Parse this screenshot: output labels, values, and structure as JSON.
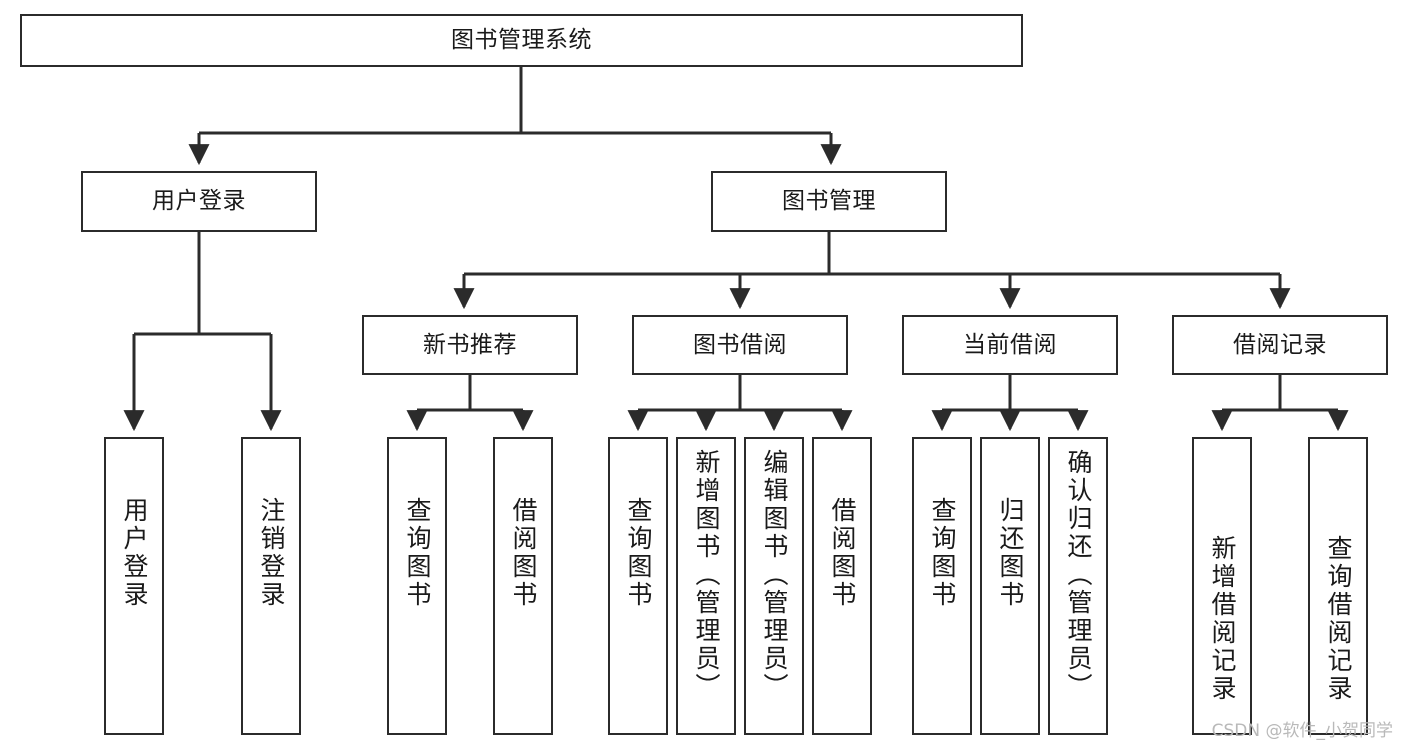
{
  "diagram": {
    "type": "tree",
    "title": "图书管理系统",
    "watermark": "CSDN @软件_小贺同学",
    "colors": {
      "box_border": "#2b2b2b",
      "box_fill": "#ffffff",
      "edge": "#2b2b2b",
      "text": "#1a1a1a",
      "watermark": "#b9b9b9"
    },
    "nodes": {
      "root": "图书管理系统",
      "level2": [
        "用户登录",
        "图书管理"
      ],
      "level3": [
        "新书推荐",
        "图书借阅",
        "当前借阅",
        "借阅记录"
      ],
      "leaves_user_login": [
        "用户登录",
        "注销登录"
      ],
      "leaves_new_book": [
        "查询图书",
        "借阅图书"
      ],
      "leaves_borrow": [
        "查询图书",
        "新增图书（管理员）",
        "编辑图书（管理员）",
        "借阅图书"
      ],
      "leaves_current": [
        "查询图书",
        "归还图书",
        "确认归还（管理员）"
      ],
      "leaves_records": [
        "新增借阅记录",
        "查询借阅记录"
      ]
    },
    "edges": [
      {
        "from": "图书管理系统",
        "to": "用户登录"
      },
      {
        "from": "图书管理系统",
        "to": "图书管理"
      },
      {
        "from": "图书管理",
        "to": "新书推荐"
      },
      {
        "from": "图书管理",
        "to": "图书借阅"
      },
      {
        "from": "图书管理",
        "to": "当前借阅"
      },
      {
        "from": "图书管理",
        "to": "借阅记录"
      },
      {
        "from": "用户登录",
        "to": "用户登录"
      },
      {
        "from": "用户登录",
        "to": "注销登录"
      },
      {
        "from": "新书推荐",
        "to": "查询图书"
      },
      {
        "from": "新书推荐",
        "to": "借阅图书"
      },
      {
        "from": "图书借阅",
        "to": "查询图书"
      },
      {
        "from": "图书借阅",
        "to": "新增图书（管理员）"
      },
      {
        "from": "图书借阅",
        "to": "编辑图书（管理员）"
      },
      {
        "from": "图书借阅",
        "to": "借阅图书"
      },
      {
        "from": "当前借阅",
        "to": "查询图书"
      },
      {
        "from": "当前借阅",
        "to": "归还图书"
      },
      {
        "from": "当前借阅",
        "to": "确认归还（管理员）"
      },
      {
        "from": "借阅记录",
        "to": "新增借阅记录"
      },
      {
        "from": "借阅记录",
        "to": "查询借阅记录"
      }
    ]
  }
}
